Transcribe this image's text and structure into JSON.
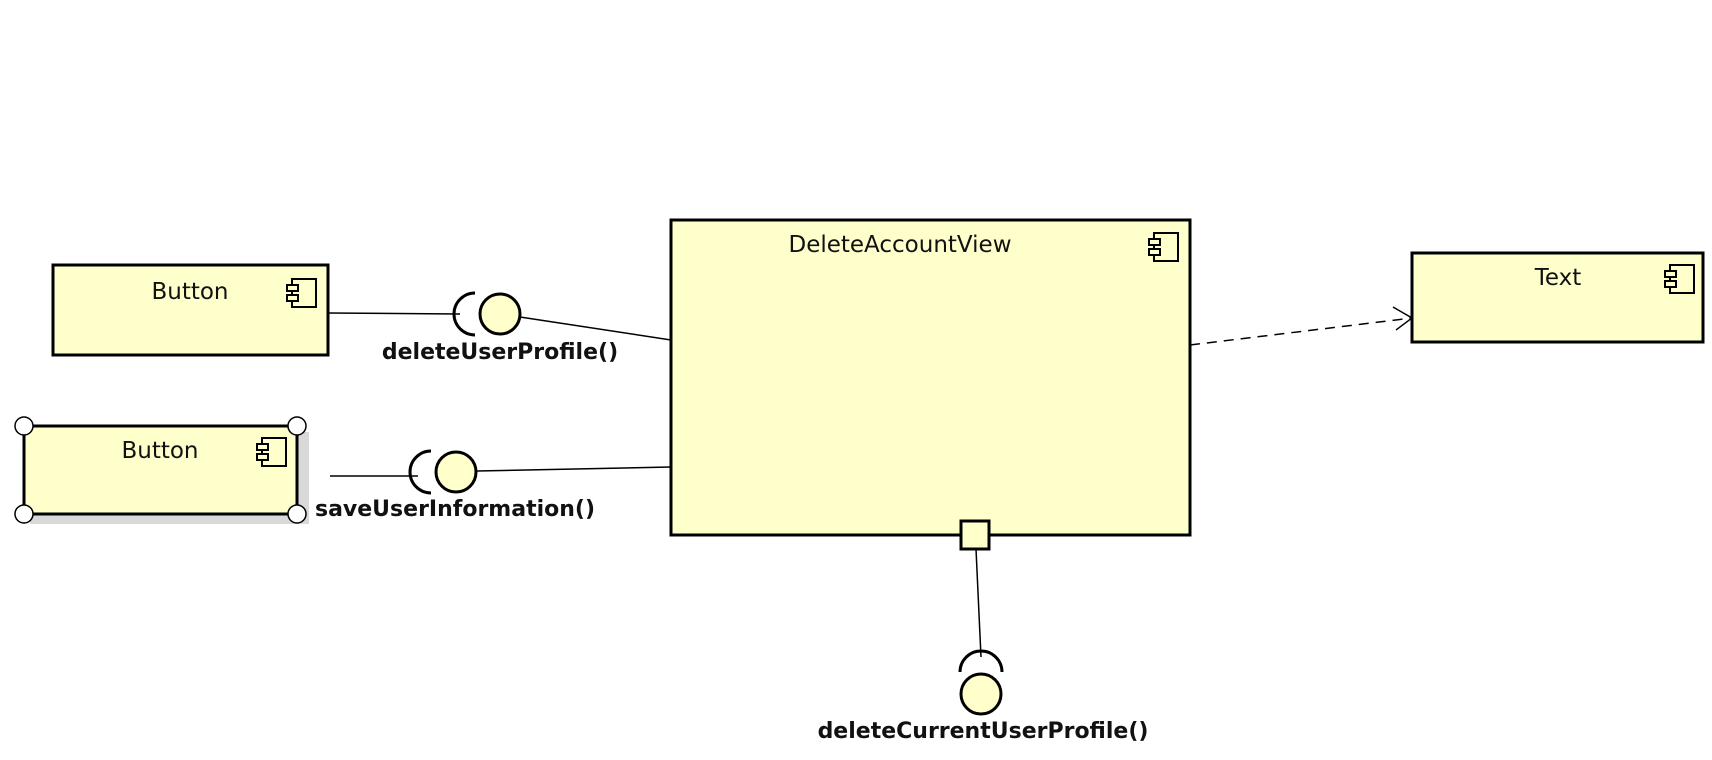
{
  "colors": {
    "component_fill": "#ffffcc",
    "stroke": "#000000",
    "selection_shadow": "#d9d9d9"
  },
  "components": {
    "button_top": {
      "name": "Button",
      "icon": "component-icon"
    },
    "button_selected": {
      "name": "Button",
      "icon": "component-icon",
      "selected": true
    },
    "delete_account_view": {
      "name": "DeleteAccountView",
      "icon": "component-icon"
    },
    "text": {
      "name": "Text",
      "icon": "component-icon"
    }
  },
  "interfaces": {
    "delete_user_profile": {
      "label": "deleteUserProfile()"
    },
    "save_user_information": {
      "label": "saveUserInformation()"
    },
    "delete_current_user_profile": {
      "label": "deleteCurrentUserProfile()"
    }
  },
  "relations": [
    {
      "type": "required",
      "from": "button_top",
      "to": "delete_user_profile"
    },
    {
      "type": "provided",
      "from": "delete_account_view",
      "to": "delete_user_profile"
    },
    {
      "type": "required",
      "from": "button_selected",
      "to": "save_user_information"
    },
    {
      "type": "provided",
      "from": "delete_account_view",
      "to": "save_user_information"
    },
    {
      "type": "dependency",
      "from": "delete_account_view",
      "to": "text"
    },
    {
      "type": "port-required",
      "from": "delete_account_view",
      "to": "delete_current_user_profile"
    }
  ]
}
